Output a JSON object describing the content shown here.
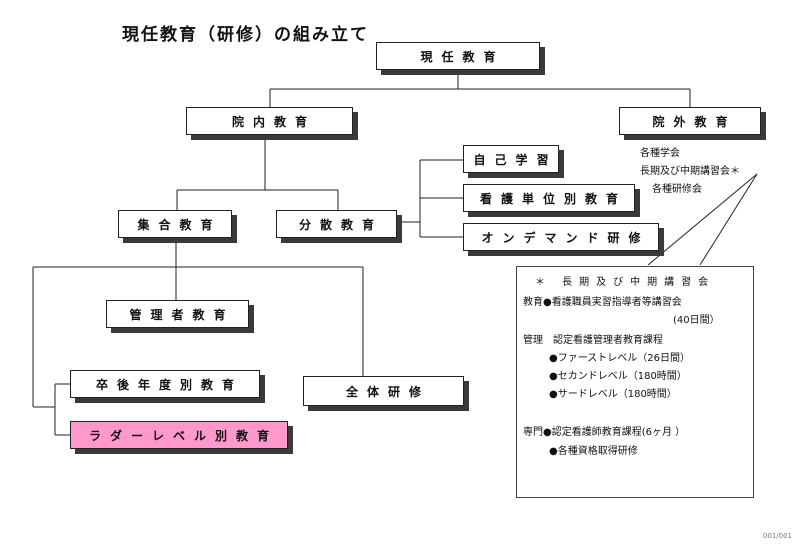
{
  "title": "現任教育（研修）の組み立て",
  "nodes": {
    "root": "現任教育",
    "internal": "院内教育",
    "external": "院外教育",
    "collective": "集合教育",
    "distributed": "分散教育",
    "self_study": "自己学習",
    "unit": "看護単位別教育",
    "on_demand": "オンデマンド研修",
    "manager": "管理者教育",
    "post_grad": "卒後年度別教育",
    "ladder": "ラダーレベル別教育",
    "all": "全体研修"
  },
  "external_notes": [
    "各種学会",
    "長期及び中期講習会＊",
    "各種研修会"
  ],
  "detail": {
    "title": "＊ 長期及び中期講習会",
    "lines": [
      "教育●看護職員実習指導者等講習会",
      "(40日間）",
      "管理　認定看護管理者教育課程",
      "●ファーストレベル（26日間）",
      "●セカンドレベル（180時間）",
      "●サードレベル（180時間）",
      "専門●認定看護師教育課程(6ヶ月 ）",
      "●各種資格取得研修"
    ]
  },
  "colors": {
    "highlight": "#ff99cc",
    "shadow": "#3a3a3a",
    "line": "#222222"
  },
  "footer": "001/001"
}
